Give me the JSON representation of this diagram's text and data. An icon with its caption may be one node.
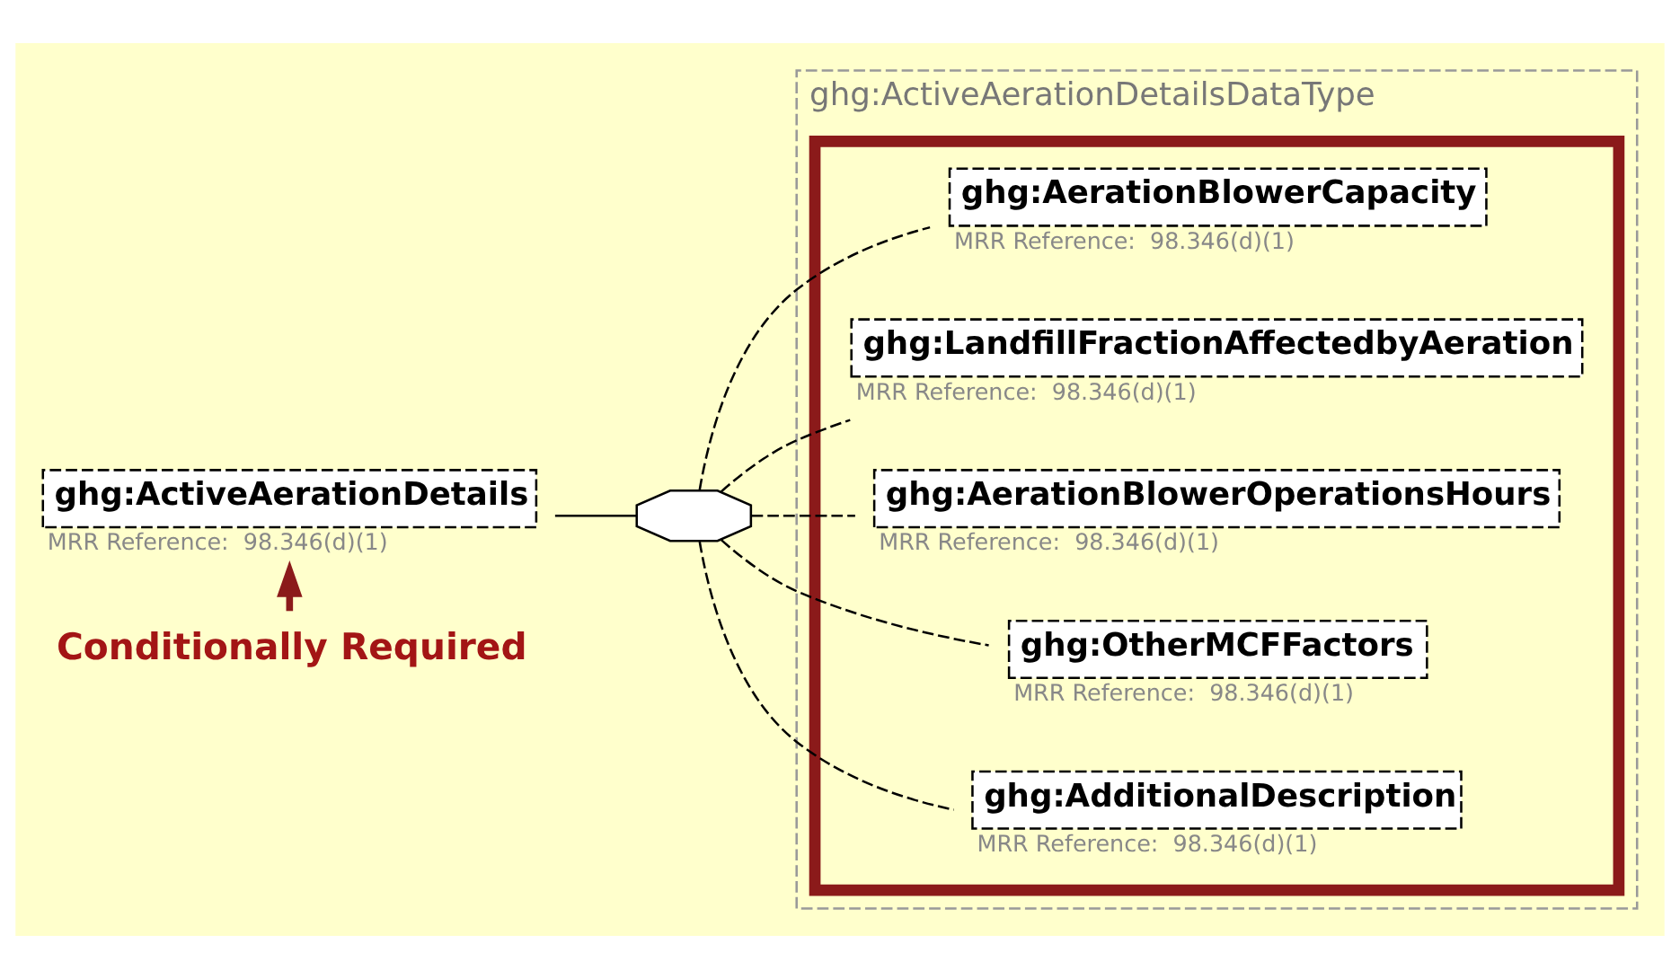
{
  "diagram": {
    "nodes": [
      {
        "text": [
          "ghg:ActiveAerationDetails"
        ],
        "beside": [
          "MRR Reference:  98.346(d)(1)"
        ]
      },
      {
        "text": [],
        "shape": "octagon"
      },
      {
        "text": [
          "ghg:ActiveAerationDetailsDataType"
        ]
      },
      {
        "text": [],
        "shape": "box",
        "in": 2
      },
      {
        "text": [
          "ghg:AerationBlowerCapacity"
        ],
        "beside": [
          "MRR Reference:  98.346(d)(1)"
        ],
        "in": 3
      },
      {
        "text": [
          "ghg:LandfillFractionAffectedbyAeration"
        ],
        "beside": [
          "MRR Reference:  98.346(d)(1)"
        ],
        "in": 3
      },
      {
        "text": [
          "ghg:AerationBlowerOperationsHours"
        ],
        "beside": [
          "MRR Reference:  98.346(d)(1)"
        ],
        "in": 3
      },
      {
        "text": [
          "ghg:OtherMCFFactors"
        ],
        "beside": [
          "MRR Reference:  98.346(d)(1)"
        ],
        "in": 3
      },
      {
        "text": [
          "ghg:AdditionalDescription"
        ],
        "beside": [
          "MRR Reference:  98.346(d)(1)"
        ],
        "in": 3
      },
      {
        "text": [
          "Conditionally Required"
        ]
      }
    ],
    "edges": [
      {
        "from": 0,
        "to": 1,
        "arrow": "none"
      },
      {
        "from": 1,
        "to": 4,
        "arrow": "none",
        "style": "dashed"
      },
      {
        "from": 1,
        "to": 5,
        "arrow": "none",
        "style": "dashed"
      },
      {
        "from": 1,
        "to": 6,
        "arrow": "none",
        "style": "dashed"
      },
      {
        "from": 1,
        "to": 7,
        "arrow": "none",
        "style": "dashed"
      },
      {
        "from": 1,
        "to": 8,
        "arrow": "none",
        "style": "dashed"
      },
      {
        "from": 9,
        "to": 0,
        "arrow": "to",
        "style": "thick",
        "color": "#8b1a1a"
      }
    ]
  }
}
